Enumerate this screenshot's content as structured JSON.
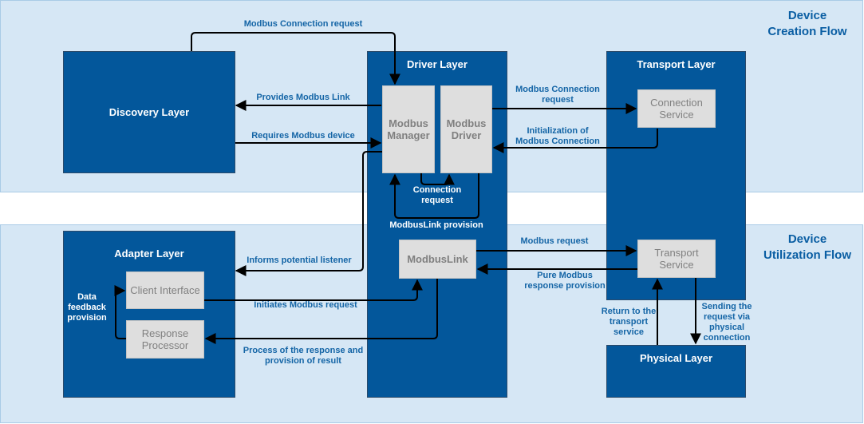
{
  "flows": {
    "creation_line1": "Device",
    "creation_line2": "Creation Flow",
    "utilization_line1": "Device",
    "utilization_line2": "Utilization Flow"
  },
  "layers": {
    "discovery": "Discovery Layer",
    "driver": "Driver Layer",
    "transport": "Transport Layer",
    "adapter": "Adapter Layer",
    "physical": "Physical Layer"
  },
  "components": {
    "modbus_manager_1": "Modbus",
    "modbus_manager_2": "Manager",
    "modbus_driver_1": "Modbus",
    "modbus_driver_2": "Driver",
    "connection_service_1": "Connection",
    "connection_service_2": "Service",
    "modbuslink": "ModbusLink",
    "transport_service_1": "Transport",
    "transport_service_2": "Service",
    "client_interface": "Client Interface",
    "response_processor_1": "Response",
    "response_processor_2": "Processor"
  },
  "arrows": {
    "top_connection_request": "Modbus Connection request",
    "provides_link": "Provides Modbus Link",
    "requires_device": "Requires Modbus device",
    "conn_request_1": "Modbus Connection",
    "conn_request_2": "request",
    "init_1": "Initialization of",
    "init_2": "Modbus Connection",
    "connection_request_1": "Connection",
    "connection_request_2": "request",
    "modbuslink_provision": "ModbusLink provision",
    "informs_listener": "Informs potential listener",
    "initiates_request": "Initiates Modbus request",
    "process_response_1": "Process of the response and",
    "process_response_2": "provision of result",
    "modbus_request": "Modbus request",
    "pure_response_1": "Pure Modbus",
    "pure_response_2": "response provision",
    "return_1": "Return to the",
    "return_2": "transport",
    "return_3": "service",
    "sending_1": "Sending the",
    "sending_2": "request via",
    "sending_3": "physical",
    "sending_4": "connection",
    "feedback_1": "Data",
    "feedback_2": "feedback",
    "feedback_3": "provision"
  },
  "colors": {
    "band": "#d6e7f5",
    "layer": "#03579b",
    "component": "#dedede",
    "label": "#1465a6"
  }
}
